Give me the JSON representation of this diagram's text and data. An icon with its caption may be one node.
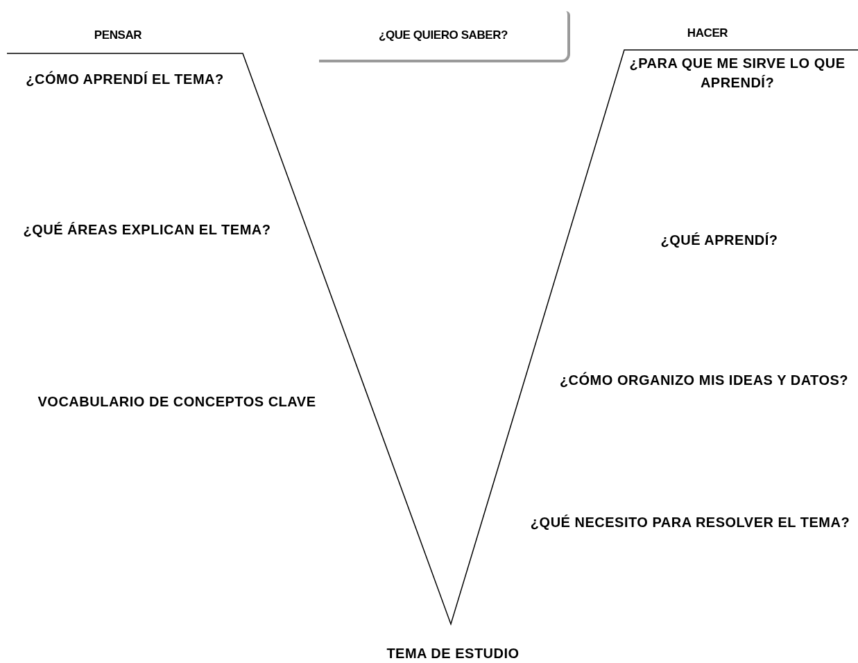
{
  "diagram": {
    "nodes": [
      {
        "text": [
          "¿QUE QUIERO SABER?"
        ]
      }
    ],
    "labels": [
      "PENSAR",
      "HACER",
      "¿CÓMO APRENDÍ EL TEMA?",
      "¿PARA QUE ME SIRVE LO QUE APRENDÍ?",
      "¿QUÉ ÁREAS EXPLICAN EL TEMA?",
      "¿QUÉ APRENDÍ?",
      "¿CÓMO ORGANIZO MIS IDEAS Y DATOS?",
      "VOCABULARIO DE CONCEPTOS CLAVE",
      "¿QUÉ NECESITO PARA RESOLVER EL TEMA?",
      "TEMA DE ESTUDIO"
    ]
  }
}
